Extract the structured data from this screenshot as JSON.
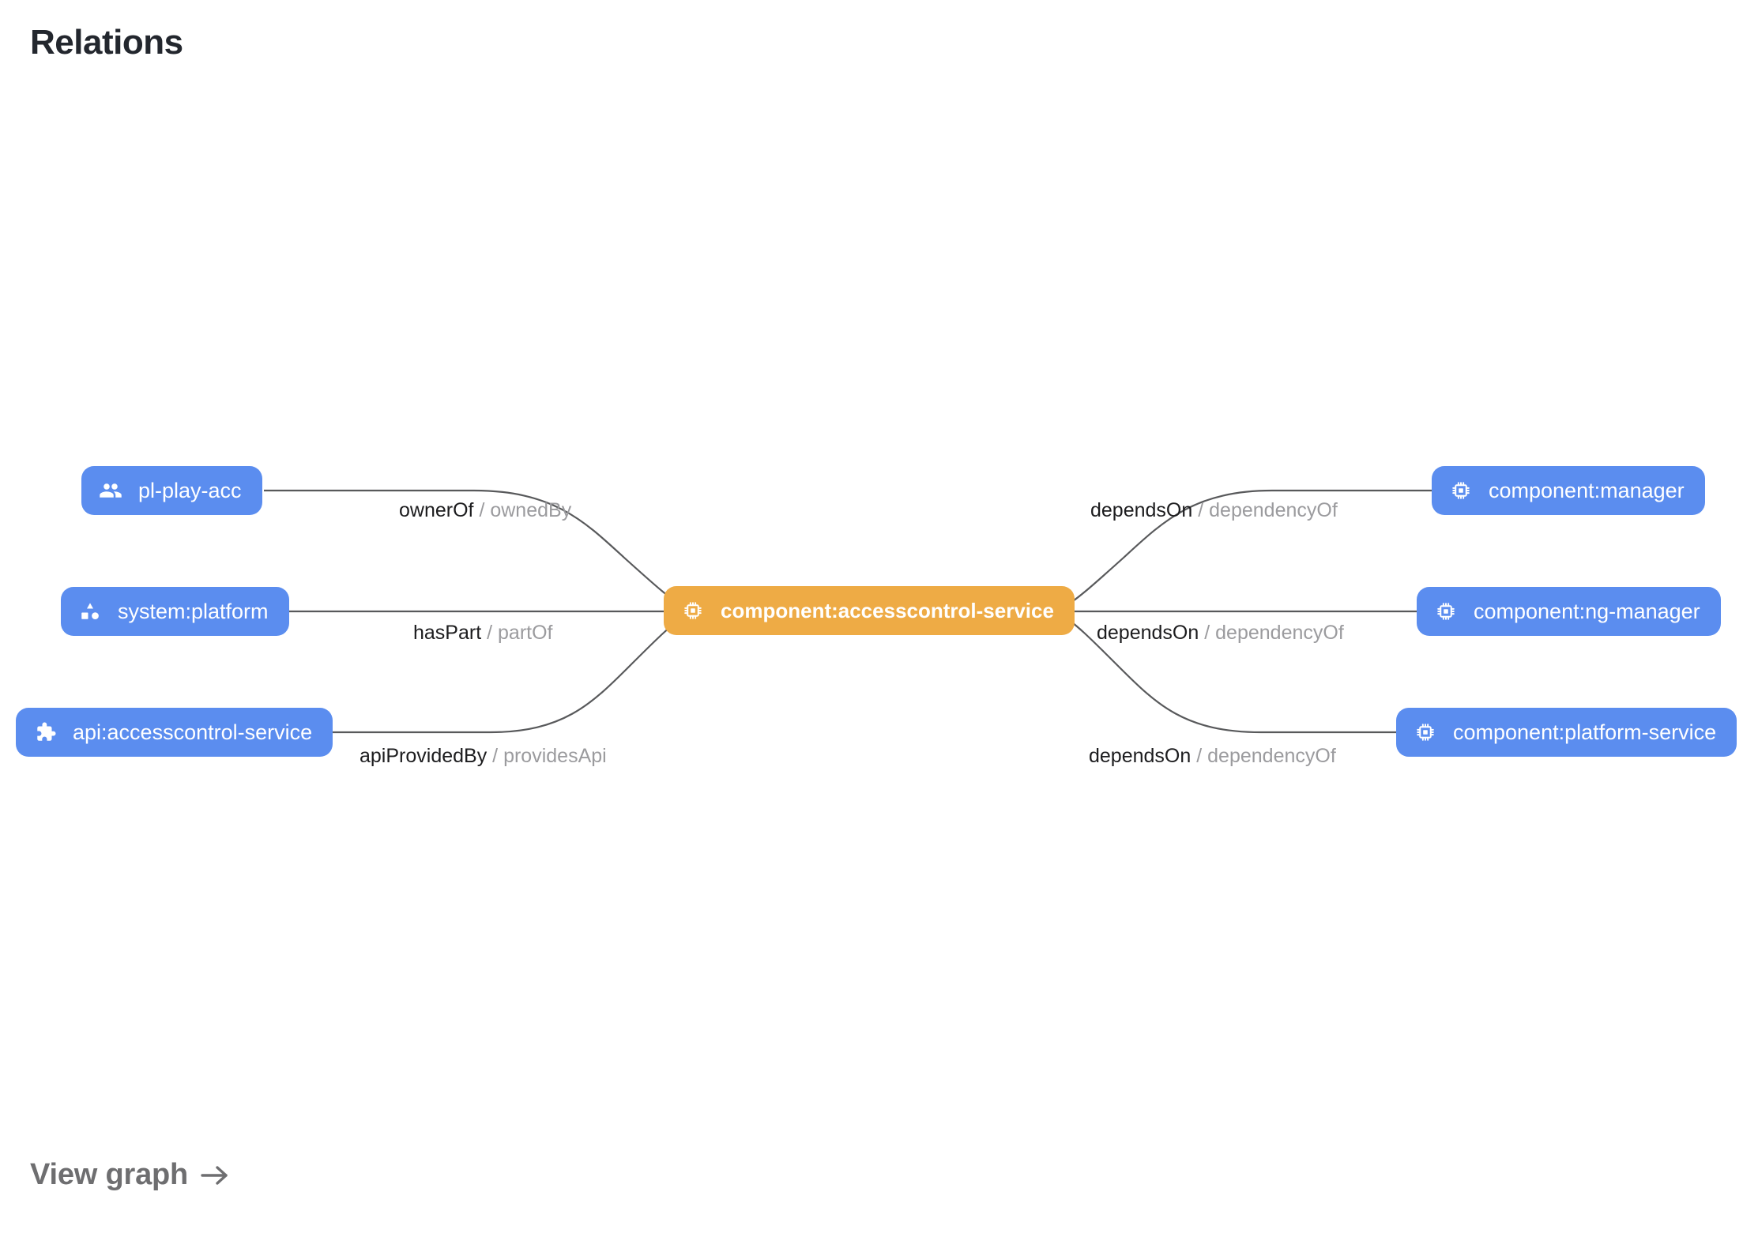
{
  "page": {
    "title": "Relations"
  },
  "footer": {
    "view_graph_label": "View graph",
    "arrow_icon": "arrow-right-icon"
  },
  "colors": {
    "node_blue": "#5b8def",
    "node_amber": "#eeab45",
    "edge_stroke": "#58595b",
    "label_primary": "#1c1c1e",
    "label_secondary": "#9b9b9e",
    "title": "#23272e",
    "footer_link": "#6e6e70"
  },
  "graph": {
    "center_node": {
      "id": "component:accesscontrol-service",
      "label": "component:accesscontrol-service",
      "kind": "component",
      "icon": "chip-icon",
      "color": "#eeab45",
      "selected": true
    },
    "nodes": [
      {
        "id": "pl-play-acc",
        "label": "pl-play-acc",
        "kind": "group",
        "icon": "group-icon",
        "color": "#5b8def",
        "side": "left",
        "row": 1
      },
      {
        "id": "system:platform",
        "label": "system:platform",
        "kind": "system",
        "icon": "category-icon",
        "color": "#5b8def",
        "side": "left",
        "row": 2
      },
      {
        "id": "api:accesscontrol-service",
        "label": "api:accesscontrol-service",
        "kind": "api",
        "icon": "puzzle-icon",
        "color": "#5b8def",
        "side": "left",
        "row": 3
      },
      {
        "id": "component:manager",
        "label": "component:manager",
        "kind": "component",
        "icon": "chip-icon",
        "color": "#5b8def",
        "side": "right",
        "row": 1
      },
      {
        "id": "component:ng-manager",
        "label": "component:ng-manager",
        "kind": "component",
        "icon": "chip-icon",
        "color": "#5b8def",
        "side": "right",
        "row": 2
      },
      {
        "id": "component:platform-service",
        "label": "component:platform-service",
        "kind": "component",
        "icon": "chip-icon",
        "color": "#5b8def",
        "side": "right",
        "row": 3
      }
    ],
    "edges": [
      {
        "source": "pl-play-acc",
        "target": "component:accesscontrol-service",
        "primary": "ownerOf",
        "separator": "/",
        "secondary": "ownedBy"
      },
      {
        "source": "system:platform",
        "target": "component:accesscontrol-service",
        "primary": "hasPart",
        "separator": "/",
        "secondary": "partOf"
      },
      {
        "source": "api:accesscontrol-service",
        "target": "component:accesscontrol-service",
        "primary": "apiProvidedBy",
        "separator": "/",
        "secondary": "providesApi"
      },
      {
        "source": "component:accesscontrol-service",
        "target": "component:manager",
        "primary": "dependsOn",
        "separator": "/",
        "secondary": "dependencyOf"
      },
      {
        "source": "component:accesscontrol-service",
        "target": "component:ng-manager",
        "primary": "dependsOn",
        "separator": "/",
        "secondary": "dependencyOf"
      },
      {
        "source": "component:accesscontrol-service",
        "target": "component:platform-service",
        "primary": "dependsOn",
        "separator": "/",
        "secondary": "dependencyOf"
      }
    ]
  }
}
